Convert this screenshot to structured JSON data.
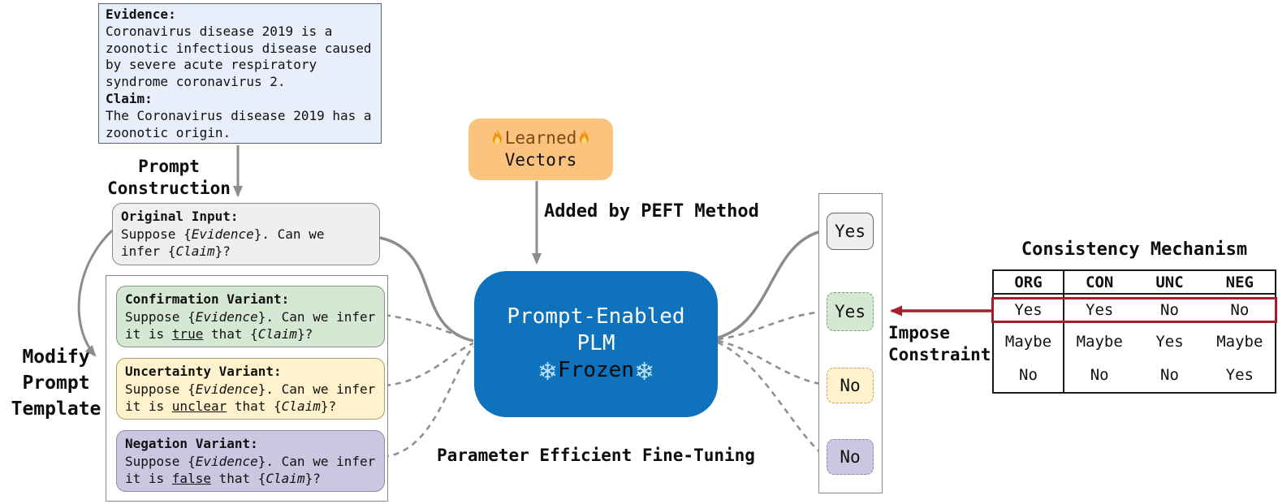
{
  "evidence": {
    "label1": "Evidence:",
    "text1": "Coronavirus disease 2019 is a zoonotic infectious disease caused by severe acute respiratory syndrome coronavirus 2.",
    "label2": "Claim:",
    "text2": "The Coronavirus disease 2019 has a zoonotic origin."
  },
  "labels": {
    "prompt_construction": "Prompt Construction",
    "modify_prompt_template": "Modify Prompt Template",
    "added_by_peft": "Added by PEFT Method",
    "peft_caption": "Parameter Efficient Fine-Tuning",
    "impose_constraint": "Impose Constraint"
  },
  "prompts": {
    "original": {
      "title": "Original Input:",
      "s1": "Suppose {",
      "s2": "Evidence",
      "s3": "}. Can we infer {",
      "s4": "Claim",
      "s5": "}?"
    },
    "confirmation": {
      "title": "Confirmation Variant:",
      "s1": "Suppose {",
      "s2": "Evidence",
      "s3": "}. Can we infer it is ",
      "s4": "true",
      "s5": " that {",
      "s6": "Claim",
      "s7": "}?"
    },
    "uncertainty": {
      "title": "Uncertainty Variant:",
      "s1": "Suppose {",
      "s2": "Evidence",
      "s3": "}. Can we infer it is ",
      "s4": "unclear",
      "s5": " that {",
      "s6": "Claim",
      "s7": "}?"
    },
    "negation": {
      "title": "Negation Variant:",
      "s1": "Suppose {",
      "s2": "Evidence",
      "s3": "}. Can we infer it is ",
      "s4": "false",
      "s5": " that {",
      "s6": "Claim",
      "s7": "}?"
    }
  },
  "peft": {
    "learned": "Learned",
    "vectors": "Vectors",
    "plm_line1": "Prompt-Enabled",
    "plm_line2": "PLM",
    "frozen": "Frozen",
    "snowflake_glyph": "❄"
  },
  "outputs": {
    "org": "Yes",
    "con": "Yes",
    "unc": "No",
    "neg": "No"
  },
  "consistency": {
    "title": "Consistency Mechanism",
    "headers": [
      "ORG",
      "CON",
      "UNC",
      "NEG"
    ],
    "rows": [
      [
        "Yes",
        "Yes",
        "No",
        "No"
      ],
      [
        "Maybe",
        "Maybe",
        "Yes",
        "Maybe"
      ],
      [
        "No",
        "No",
        "No",
        "Yes"
      ]
    ]
  },
  "colors": {
    "evidence_bg": "#E8EFFB",
    "original_bg": "#EFEFEF",
    "confirmation_bg": "#D5E8D4",
    "uncertainty_bg": "#FFF2CC",
    "negation_bg": "#CCC6E1",
    "learned_vectors_bg": "#FBC37E",
    "plm_bg": "#0E72BC",
    "constraint_red": "#A61E2A",
    "connector_gray": "#8C8C8C"
  }
}
